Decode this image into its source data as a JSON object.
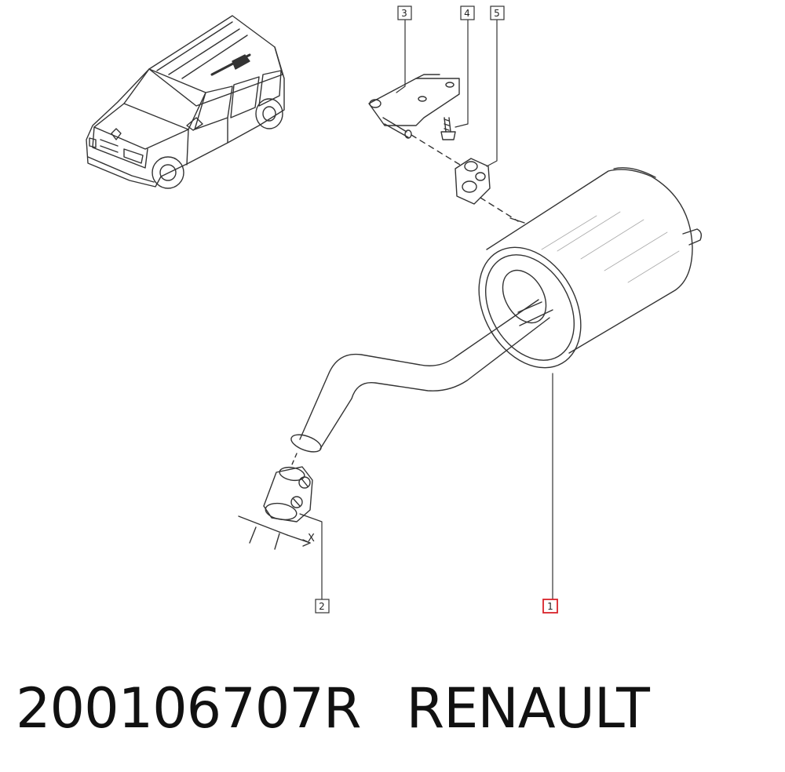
{
  "callouts": [
    {
      "label": "1",
      "highlighted": true
    },
    {
      "label": "2",
      "highlighted": false
    },
    {
      "label": "3",
      "highlighted": false
    },
    {
      "label": "4",
      "highlighted": false
    },
    {
      "label": "5",
      "highlighted": false
    }
  ],
  "dimension_label": "X",
  "caption": {
    "part_number": "200106707R",
    "brand": "RENAULT"
  },
  "colors": {
    "line": "#333333",
    "highlight": "#d8232a",
    "background": "#ffffff"
  }
}
